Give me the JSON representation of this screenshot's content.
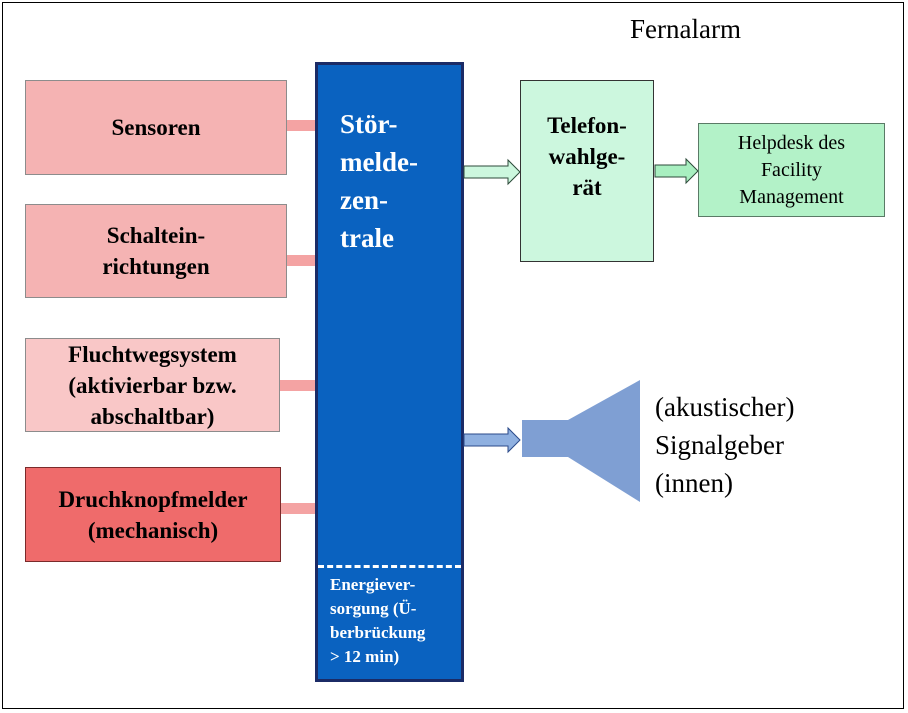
{
  "title": "Fernalarm",
  "inputs": [
    {
      "label": "Sensoren"
    },
    {
      "label": "Schaltein-\nrichtungen"
    },
    {
      "label": "Fluchtwegsystem\n(aktivierbar bzw.\nabschaltbar)"
    },
    {
      "label": "Druchknopfmelder\n(mechanisch)"
    }
  ],
  "central": {
    "label": "Stör-\nmelde-\nzen-\ntrale",
    "power": "Energiever-\nsorgung  (Ü-\nberbrückung\n> 12 min)"
  },
  "dialer": {
    "label": "Telefon-\nwahlge-\nrät"
  },
  "helpdesk": {
    "label": "Helpdesk des\nFacility\nManagement"
  },
  "signal": {
    "label": "(akustischer)\nSignalgeber\n(innen)"
  },
  "colors": {
    "input": "#f5b3b3",
    "alarm_button": "#ef6b6b",
    "central": "#0a62c0",
    "dialer": "#ccf7de",
    "helpdesk": "#b3f2c8",
    "signal": "#7f9fd3"
  }
}
